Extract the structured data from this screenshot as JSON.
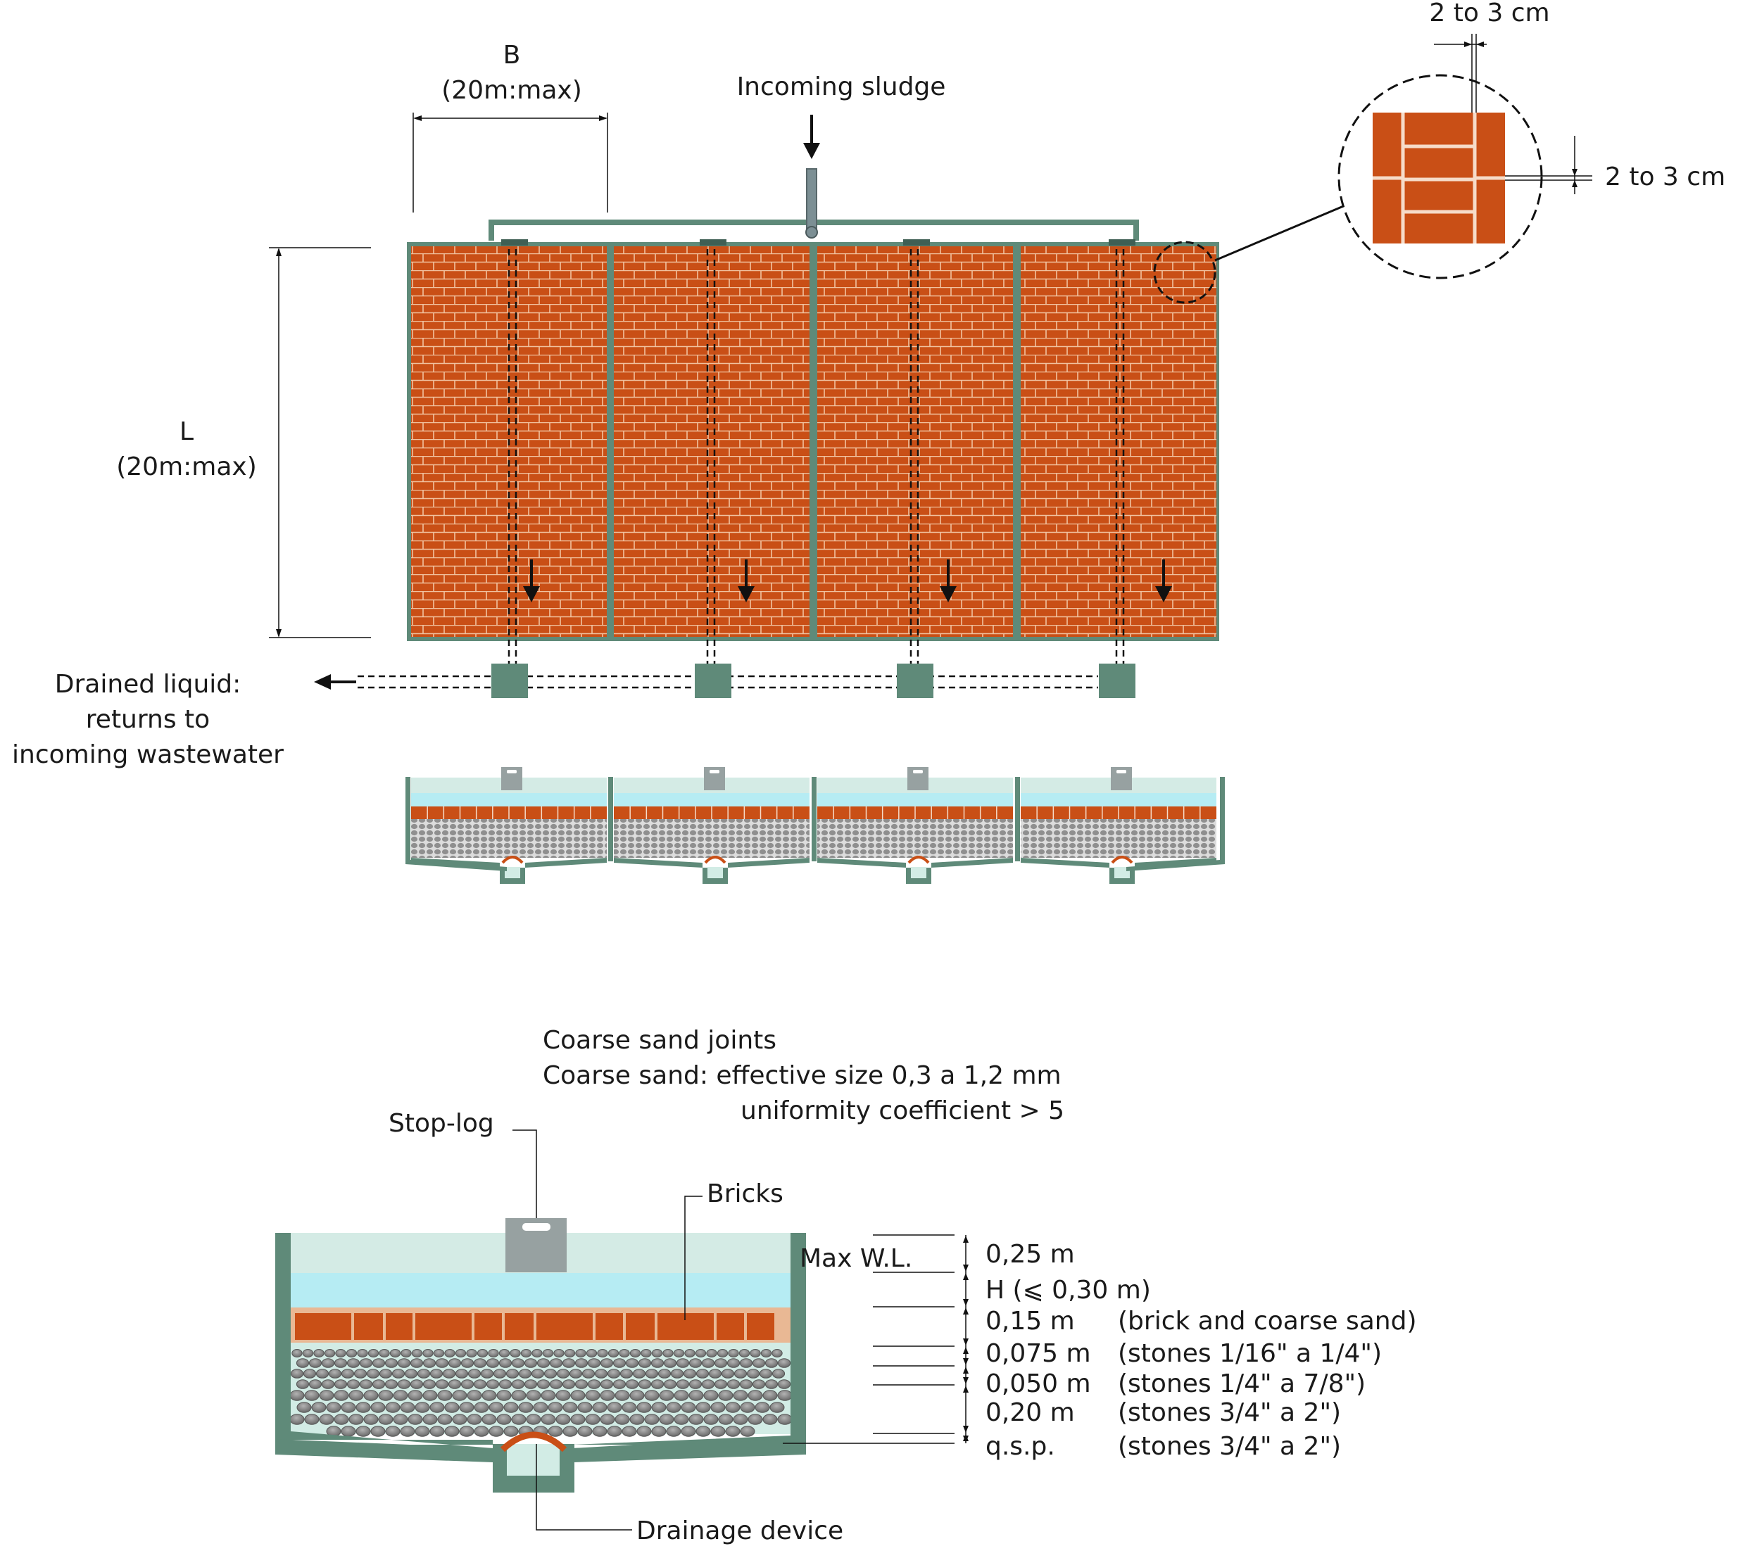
{
  "plan": {
    "b_label": "B",
    "b_max": "(20m:max)",
    "l_label": "L",
    "l_max": "(20m:max)",
    "incoming_sludge": "Incoming sludge",
    "drained_line1": "Drained liquid:",
    "drained_line2": "returns to",
    "drained_line3": "incoming wastewater",
    "detail_gap_top": "2 to 3 cm",
    "detail_gap_right": "2 to 3 cm",
    "bed_count": 4
  },
  "section": {
    "sand_joints": "Coarse sand joints",
    "sand_spec_line1": "Coarse sand: effective size 0,3 a 1,2 mm",
    "sand_spec_line2": "uniformity coefficient > 5",
    "stop_log": "Stop-log",
    "bricks": "Bricks",
    "max_wl": "Max W.L.",
    "drainage_device": "Drainage device",
    "layers": [
      {
        "depth": "0,25 m",
        "desc": ""
      },
      {
        "depth": "H (⩽ 0,30 m)",
        "desc": ""
      },
      {
        "depth": "0,15 m",
        "desc": "(brick and coarse sand)"
      },
      {
        "depth": "0,075 m",
        "desc": "(stones 1/16\" a 1/4\")"
      },
      {
        "depth": "0,050 m",
        "desc": "(stones 1/4\" a 7/8\")"
      },
      {
        "depth": "0,20 m",
        "desc": "(stones 3/4\" a 2\")"
      },
      {
        "depth": "q.s.p.",
        "desc": "(stones 3/4\" a 2\")"
      }
    ]
  },
  "colors": {
    "wall": "#5f8a79",
    "brick": "#c94f16",
    "water": "#b6ecf3",
    "freeboard": "#d4ebe5",
    "stone": "#8c8c8c",
    "stoplog": "#97a1a1"
  }
}
